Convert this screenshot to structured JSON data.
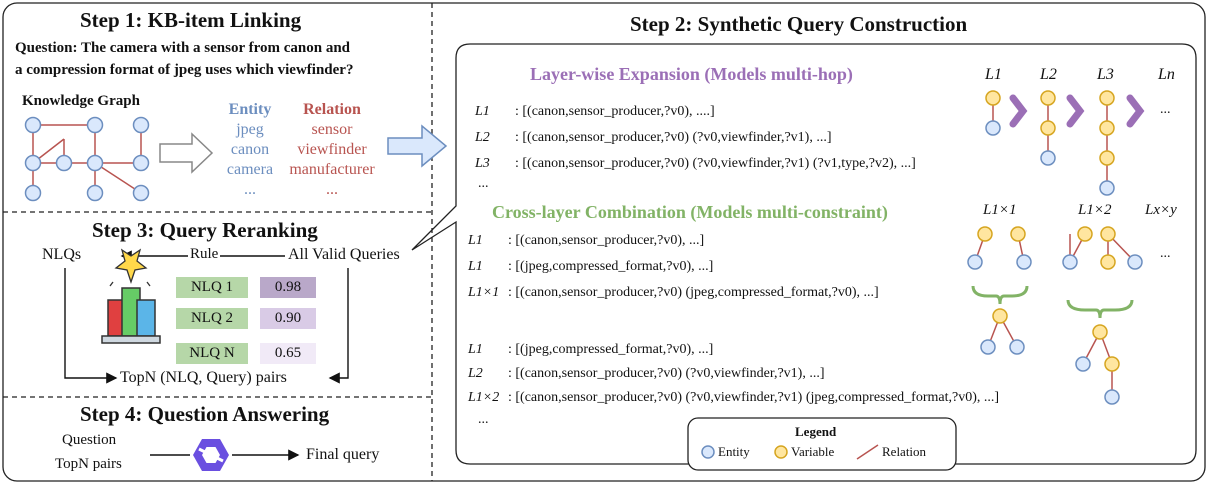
{
  "step1": {
    "title": "Step 1: KB-item Linking",
    "question_line1": "Question:  The camera with a sensor from canon and",
    "question_line2": "a compression format of jpeg uses which viewfinder?",
    "kg_label": "Knowledge Graph",
    "entity_header": "Entity",
    "entities": [
      "jpeg",
      "canon",
      "camera",
      "..."
    ],
    "relation_header": "Relation",
    "relations": [
      "sensor",
      "viewfinder",
      "manufacturer",
      "..."
    ]
  },
  "step2": {
    "title": "Step 2: Synthetic Query Construction",
    "layer_title": "Layer-wise Expansion (Models multi-hop)",
    "layer_rows": [
      {
        "label": "L1",
        "text": ": [(canon,sensor_producer,?v0), ....]"
      },
      {
        "label": "L2",
        "text": ": [(canon,sensor_producer,?v0) (?v0,viewfinder,?v1), ...]"
      },
      {
        "label": "L3",
        "text": ": [(canon,sensor_producer,?v0) (?v0,viewfinder,?v1) (?v1,type,?v2), ...]"
      }
    ],
    "layer_more": "...",
    "layer_graph_labels": [
      "L1",
      "L2",
      "L3",
      "Ln"
    ],
    "cross_title": "Cross-layer Combination (Models multi-constraint)",
    "cross_rows_a": [
      {
        "label": "L1",
        "text": ": [(canon,sensor_producer,?v0), ...]"
      },
      {
        "label": "L1",
        "text": ": [(jpeg,compressed_format,?v0), ...]"
      },
      {
        "label": "L1×1",
        "text": ": [(canon,sensor_producer,?v0) (jpeg,compressed_format,?v0), ...]"
      }
    ],
    "cross_rows_b": [
      {
        "label": "L1",
        "text": ": [(jpeg,compressed_format,?v0), ...]"
      },
      {
        "label": "L2",
        "text": ": [(canon,sensor_producer,?v0) (?v0,viewfinder,?v1), ...]"
      },
      {
        "label": "L1×2",
        "text": ": [(canon,sensor_producer,?v0) (?v0,viewfinder,?v1) (jpeg,compressed_format,?v0), ...]"
      }
    ],
    "cross_more": "...",
    "cross_graph_labels": [
      "L1×1",
      "L1×2",
      "Lx×y"
    ],
    "legend": {
      "title": "Legend",
      "entity": "Entity",
      "variable": "Variable",
      "relation": "Relation"
    }
  },
  "step3": {
    "title": "Step 3: Query Reranking",
    "nlqs": "NLQs",
    "rule": "Rule",
    "all_valid": "All Valid Queries",
    "nlq_items": [
      {
        "label": "NLQ  1",
        "score": "0.98"
      },
      {
        "label": "NLQ  2",
        "score": "0.90"
      },
      {
        "label": "NLQ  N",
        "score": "0.65"
      }
    ],
    "topn": "TopN (NLQ, Query) pairs"
  },
  "step4": {
    "title": "Step 4: Question Answering",
    "input1": "Question",
    "input2": "TopN pairs",
    "output": "Final query"
  },
  "colors": {
    "entity_fill": "#dae8fc",
    "entity_stroke": "#6c8ebf",
    "variable_fill": "#ffe6a0",
    "variable_stroke": "#d6a520",
    "relation": "#b85450",
    "purple": "#9b6fb6",
    "green": "#82b366"
  }
}
